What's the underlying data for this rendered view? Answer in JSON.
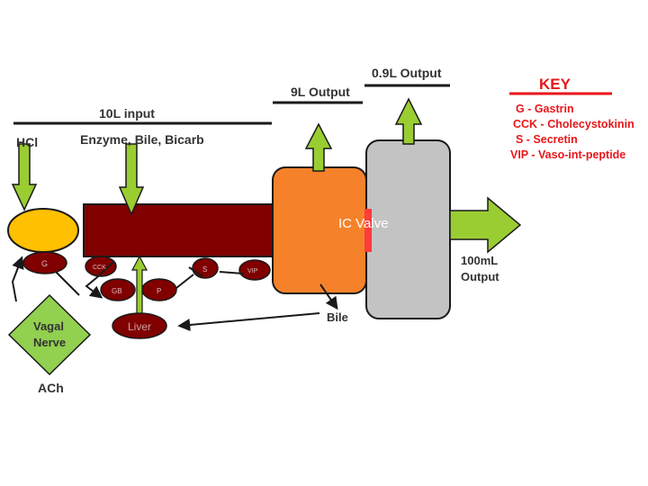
{
  "colors": {
    "arrow_fill": "#9acd32",
    "arrow_stroke": "#1a1a1a",
    "stomach": "#ffc000",
    "intestine": "#800000",
    "colon_orange": "#f5822a",
    "colon_gray": "#c3c3c3",
    "valve_red": "#ff3b3b",
    "vagal": "#92d050",
    "key_red": "#e8161a"
  },
  "labels": {
    "hcl": "HCl",
    "input_10l": "10L input",
    "enzyme": "Enzyme, Bile, Bicarb",
    "output_9l": "9L Output",
    "output_09l": "0.9L Output",
    "ic_valve": "IC Valve",
    "output_100ml_line1": "100mL",
    "output_100ml_line2": "Output",
    "bile": "Bile",
    "vagal_line1": "Vagal",
    "vagal_line2": "Nerve",
    "ach": "ACh",
    "liver": "Liver",
    "g_node": "G",
    "cck_node": "CCK",
    "gb_node": "GB",
    "p_node": "P",
    "s_node": "S",
    "vip_node": "VIP"
  },
  "key": {
    "title": "KEY",
    "items": [
      "G - Gastrin",
      "CCK - Cholecystokinin",
      "S - Secretin",
      "VIP - Vaso-int-peptide"
    ]
  }
}
